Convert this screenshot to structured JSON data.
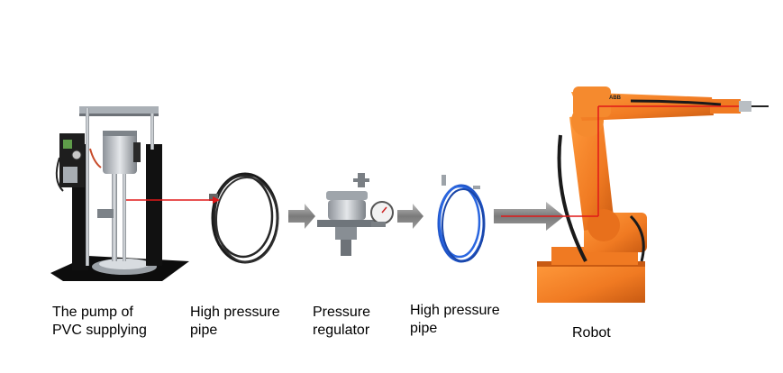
{
  "labels": {
    "pump": [
      "The pump of",
      "PVC supplying"
    ],
    "pipe1": [
      "High pressure",
      "pipe"
    ],
    "regulator": [
      "Pressure",
      "regulator"
    ],
    "pipe2": [
      "High pressure",
      "pipe"
    ],
    "robot": [
      "Robot"
    ]
  },
  "colors": {
    "robot_orange": "#f07a22",
    "robot_dark": "#b85210",
    "flow_line": "#e01818",
    "arrow_gray": "#8a8a8a",
    "pipe_blue": "#1f54c8",
    "pipe_black": "#1a1a1a",
    "pump_black": "#121212",
    "metal": "#b8bcc2"
  },
  "icons": [
    "pump-icon",
    "black-pipe-icon",
    "pressure-regulator-icon",
    "blue-pipe-icon",
    "robot-arm-icon"
  ]
}
